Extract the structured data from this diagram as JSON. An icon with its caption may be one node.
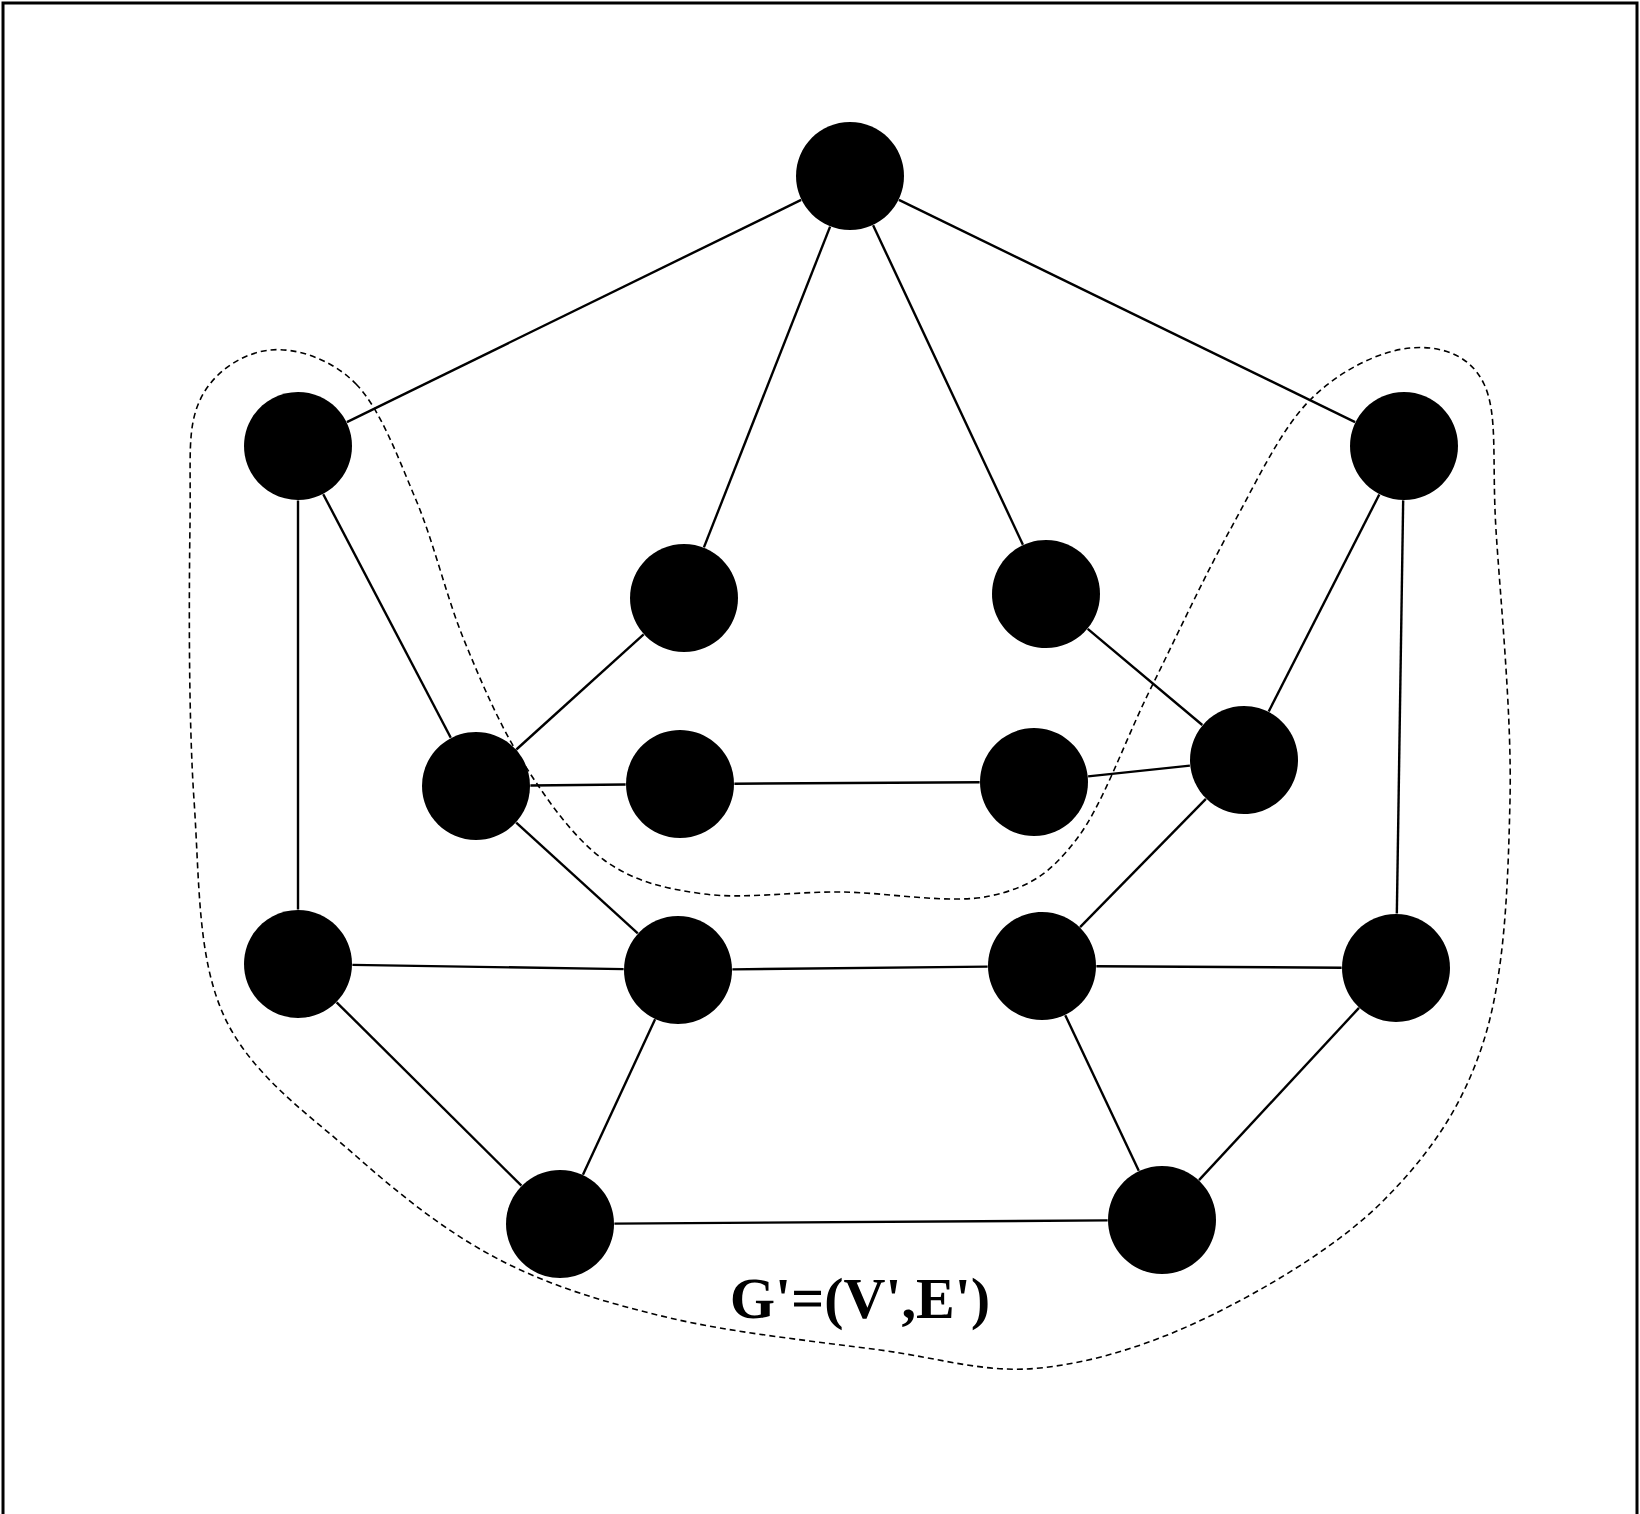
{
  "diagram": {
    "nodes": [
      {
        "text": [],
        "shape": "circle"
      },
      {
        "text": [],
        "shape": "circle"
      },
      {
        "text": [],
        "shape": "circle"
      },
      {
        "text": [],
        "shape": "circle"
      },
      {
        "text": [],
        "shape": "circle"
      },
      {
        "text": [],
        "shape": "circle"
      },
      {
        "text": [],
        "shape": "circle"
      },
      {
        "text": [],
        "shape": "circle"
      },
      {
        "text": [],
        "shape": "circle"
      },
      {
        "text": [],
        "shape": "circle"
      },
      {
        "text": [],
        "shape": "circle"
      },
      {
        "text": [],
        "shape": "circle"
      },
      {
        "text": [],
        "shape": "circle"
      },
      {
        "text": [],
        "shape": "circle"
      },
      {
        "text": [],
        "shape": "circle"
      }
    ],
    "edges": [
      {
        "from": 0,
        "to": 1,
        "arrow": "none"
      },
      {
        "from": 0,
        "to": 2,
        "arrow": "none"
      },
      {
        "from": 0,
        "to": 3,
        "arrow": "none"
      },
      {
        "from": 0,
        "to": 4,
        "arrow": "none"
      },
      {
        "from": 1,
        "to": 9,
        "arrow": "none"
      },
      {
        "from": 1,
        "to": 5,
        "arrow": "none"
      },
      {
        "from": 2,
        "to": 12,
        "arrow": "none"
      },
      {
        "from": 2,
        "to": 8,
        "arrow": "none"
      },
      {
        "from": 3,
        "to": 5,
        "arrow": "none"
      },
      {
        "from": 4,
        "to": 8,
        "arrow": "none"
      },
      {
        "from": 5,
        "to": 6,
        "arrow": "none"
      },
      {
        "from": 6,
        "to": 7,
        "arrow": "none"
      },
      {
        "from": 7,
        "to": 8,
        "arrow": "none"
      },
      {
        "from": 5,
        "to": 10,
        "arrow": "none"
      },
      {
        "from": 8,
        "to": 11,
        "arrow": "none"
      },
      {
        "from": 9,
        "to": 10,
        "arrow": "none"
      },
      {
        "from": 10,
        "to": 11,
        "arrow": "none"
      },
      {
        "from": 11,
        "to": 12,
        "arrow": "none"
      },
      {
        "from": 9,
        "to": 13,
        "arrow": "none"
      },
      {
        "from": 10,
        "to": 13,
        "arrow": "none"
      },
      {
        "from": 11,
        "to": 14,
        "arrow": "none"
      },
      {
        "from": 12,
        "to": 14,
        "arrow": "none"
      },
      {
        "from": 13,
        "to": 14,
        "arrow": "none"
      }
    ],
    "labels": [
      "G'=(V',E')"
    ]
  }
}
